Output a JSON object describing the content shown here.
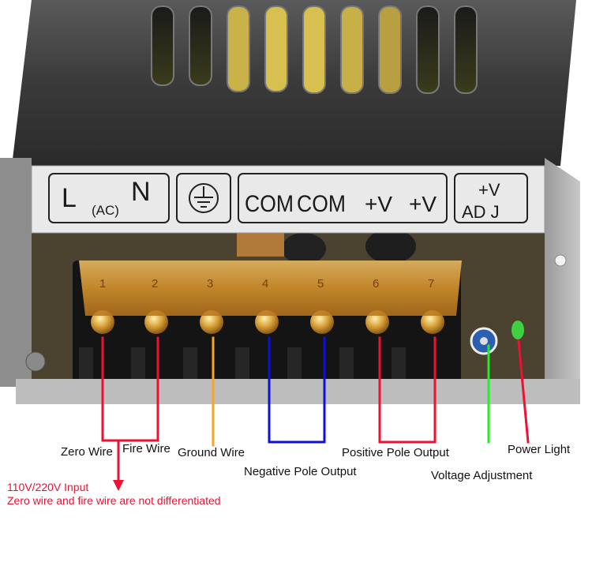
{
  "plate": {
    "l": "L",
    "n": "N",
    "ac": "(AC)",
    "com1": "COM",
    "com2": "COM",
    "v1": "+V",
    "v2": "+V",
    "adj_top": "+V",
    "adj_bottom": "AD J"
  },
  "terminals": [
    "1",
    "2",
    "3",
    "4",
    "5",
    "6",
    "7"
  ],
  "labels": {
    "zero_wire": "Zero Wire",
    "fire_wire": "Fire Wire",
    "ground_wire": "Ground Wire",
    "negative_output": "Negative Pole Output",
    "positive_output": "Positive Pole Output",
    "voltage_adjustment": "Voltage Adjustment",
    "power_light": "Power Light"
  },
  "note": {
    "line1": "110V/220V Input",
    "line2": "Zero wire and fire wire are not differentiated"
  },
  "colors": {
    "input_wire": "#ee1133",
    "ground_wire": "#f5a623",
    "negative_wire": "#1010dd",
    "positive_wire": "#ee1133",
    "adjust_wire": "#22ee22",
    "light_wire": "#ee1133"
  }
}
